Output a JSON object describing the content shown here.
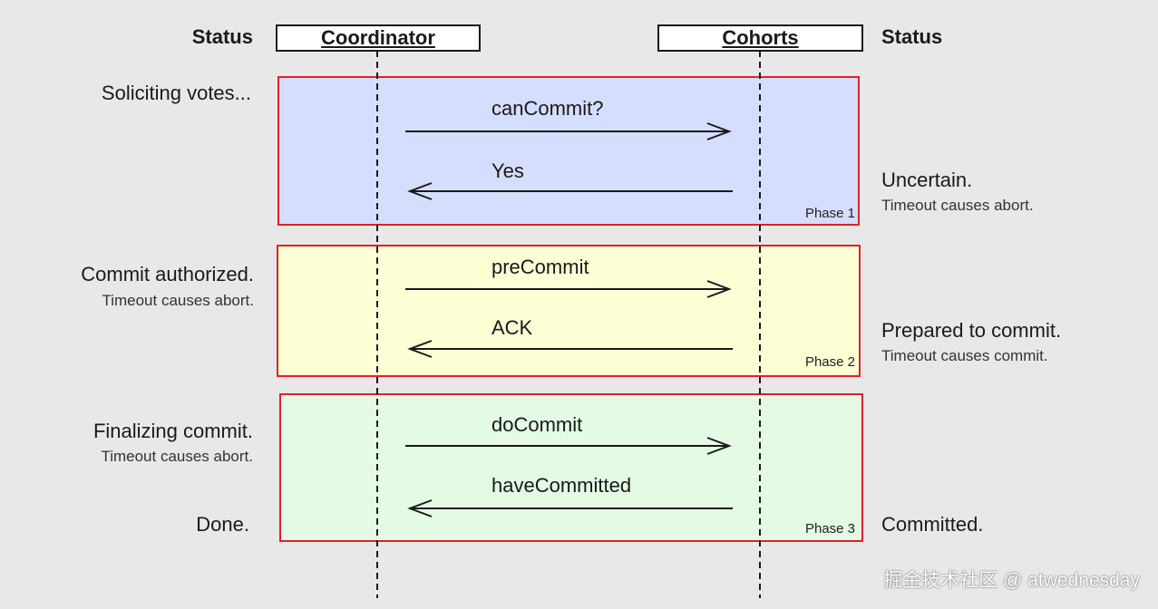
{
  "header": {
    "left_status": "Status",
    "right_status": "Status",
    "coordinator": "Coordinator",
    "cohorts": "Cohorts"
  },
  "phases": [
    {
      "label": "Phase 1",
      "fill": "#d6deff",
      "messages": [
        {
          "text": "canCommit?",
          "direction": "to-cohorts"
        },
        {
          "text": "Yes",
          "direction": "to-coordinator"
        }
      ]
    },
    {
      "label": "Phase 2",
      "fill": "#ffffd6",
      "messages": [
        {
          "text": "preCommit",
          "direction": "to-cohorts"
        },
        {
          "text": "ACK",
          "direction": "to-coordinator"
        }
      ]
    },
    {
      "label": "Phase 3",
      "fill": "#e4fae4",
      "messages": [
        {
          "text": "doCommit",
          "direction": "to-cohorts"
        },
        {
          "text": "haveCommitted",
          "direction": "to-coordinator"
        }
      ]
    }
  ],
  "coordinator_status": [
    {
      "main": "Soliciting votes...",
      "sub": ""
    },
    {
      "main": "Commit authorized.",
      "sub": "Timeout causes abort."
    },
    {
      "main": "Finalizing commit.",
      "sub": "Timeout causes abort."
    },
    {
      "main": "Done.",
      "sub": ""
    }
  ],
  "cohort_status": [
    {
      "main": "Uncertain.",
      "sub": "Timeout causes abort."
    },
    {
      "main": "Prepared to commit.",
      "sub": "Timeout causes commit."
    },
    {
      "main": "Committed.",
      "sub": ""
    }
  ],
  "colors": {
    "phase_border": "#e0202a",
    "line": "#1a1a1a"
  },
  "watermark": "掘金技术社区 @ atwednesday"
}
